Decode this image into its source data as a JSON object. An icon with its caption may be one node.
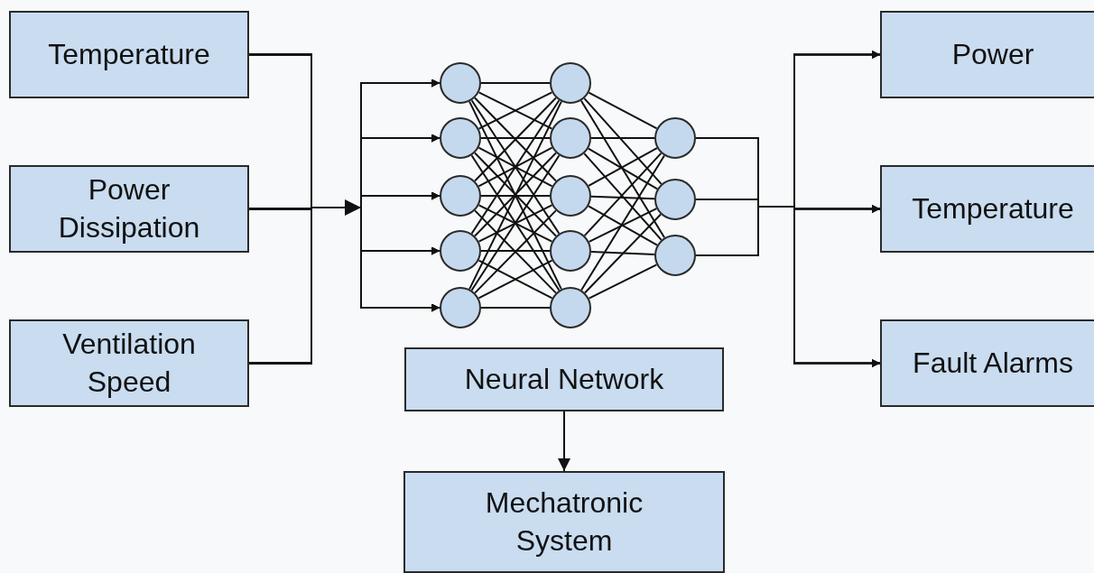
{
  "diagram": {
    "nodes": [
      {
        "text": [
          "Temperature"
        ]
      },
      {
        "text": [
          "Power Dissipation"
        ]
      },
      {
        "text": [
          "Ventilation Speed"
        ]
      },
      {
        "text": [],
        "shape": "circle"
      },
      {
        "text": [],
        "shape": "circle"
      },
      {
        "text": [],
        "shape": "circle"
      },
      {
        "text": [],
        "shape": "circle"
      },
      {
        "text": [],
        "shape": "circle"
      },
      {
        "text": [],
        "shape": "circle"
      },
      {
        "text": [],
        "shape": "circle"
      },
      {
        "text": [],
        "shape": "circle"
      },
      {
        "text": [],
        "shape": "circle"
      },
      {
        "text": [],
        "shape": "circle"
      },
      {
        "text": [],
        "shape": "circle"
      },
      {
        "text": [],
        "shape": "circle"
      },
      {
        "text": [],
        "shape": "circle"
      },
      {
        "text": [
          "Power"
        ]
      },
      {
        "text": [
          "Temperature"
        ]
      },
      {
        "text": [
          "Fault Alarms"
        ]
      },
      {
        "text": [
          "Neural Network"
        ]
      },
      {
        "text": [
          "Mechatronic System"
        ]
      }
    ],
    "edges": [
      {
        "from": 0,
        "to": 3,
        "arrow": "to"
      },
      {
        "from": 0,
        "to": 4,
        "arrow": "to"
      },
      {
        "from": 0,
        "to": 5,
        "arrow": "to"
      },
      {
        "from": 0,
        "to": 6,
        "arrow": "to"
      },
      {
        "from": 0,
        "to": 7,
        "arrow": "to"
      },
      {
        "from": 1,
        "to": 3,
        "arrow": "to"
      },
      {
        "from": 1,
        "to": 4,
        "arrow": "to"
      },
      {
        "from": 1,
        "to": 5,
        "arrow": "to"
      },
      {
        "from": 1,
        "to": 6,
        "arrow": "to"
      },
      {
        "from": 1,
        "to": 7,
        "arrow": "to"
      },
      {
        "from": 2,
        "to": 3,
        "arrow": "to"
      },
      {
        "from": 2,
        "to": 4,
        "arrow": "to"
      },
      {
        "from": 2,
        "to": 5,
        "arrow": "to"
      },
      {
        "from": 2,
        "to": 6,
        "arrow": "to"
      },
      {
        "from": 2,
        "to": 7,
        "arrow": "to"
      },
      {
        "from": 3,
        "to": 8,
        "arrow": "none"
      },
      {
        "from": 3,
        "to": 9,
        "arrow": "none"
      },
      {
        "from": 3,
        "to": 10,
        "arrow": "none"
      },
      {
        "from": 3,
        "to": 11,
        "arrow": "none"
      },
      {
        "from": 3,
        "to": 12,
        "arrow": "none"
      },
      {
        "from": 4,
        "to": 8,
        "arrow": "none"
      },
      {
        "from": 4,
        "to": 9,
        "arrow": "none"
      },
      {
        "from": 4,
        "to": 10,
        "arrow": "none"
      },
      {
        "from": 4,
        "to": 11,
        "arrow": "none"
      },
      {
        "from": 4,
        "to": 12,
        "arrow": "none"
      },
      {
        "from": 5,
        "to": 8,
        "arrow": "none"
      },
      {
        "from": 5,
        "to": 9,
        "arrow": "none"
      },
      {
        "from": 5,
        "to": 10,
        "arrow": "none"
      },
      {
        "from": 5,
        "to": 11,
        "arrow": "none"
      },
      {
        "from": 5,
        "to": 12,
        "arrow": "none"
      },
      {
        "from": 6,
        "to": 8,
        "arrow": "none"
      },
      {
        "from": 6,
        "to": 9,
        "arrow": "none"
      },
      {
        "from": 6,
        "to": 10,
        "arrow": "none"
      },
      {
        "from": 6,
        "to": 11,
        "arrow": "none"
      },
      {
        "from": 6,
        "to": 12,
        "arrow": "none"
      },
      {
        "from": 7,
        "to": 8,
        "arrow": "none"
      },
      {
        "from": 7,
        "to": 9,
        "arrow": "none"
      },
      {
        "from": 7,
        "to": 10,
        "arrow": "none"
      },
      {
        "from": 7,
        "to": 11,
        "arrow": "none"
      },
      {
        "from": 7,
        "to": 12,
        "arrow": "none"
      },
      {
        "from": 8,
        "to": 13,
        "arrow": "none"
      },
      {
        "from": 8,
        "to": 14,
        "arrow": "none"
      },
      {
        "from": 8,
        "to": 15,
        "arrow": "none"
      },
      {
        "from": 9,
        "to": 13,
        "arrow": "none"
      },
      {
        "from": 9,
        "to": 14,
        "arrow": "none"
      },
      {
        "from": 9,
        "to": 15,
        "arrow": "none"
      },
      {
        "from": 10,
        "to": 13,
        "arrow": "none"
      },
      {
        "from": 10,
        "to": 14,
        "arrow": "none"
      },
      {
        "from": 10,
        "to": 15,
        "arrow": "none"
      },
      {
        "from": 11,
        "to": 13,
        "arrow": "none"
      },
      {
        "from": 11,
        "to": 14,
        "arrow": "none"
      },
      {
        "from": 11,
        "to": 15,
        "arrow": "none"
      },
      {
        "from": 12,
        "to": 13,
        "arrow": "none"
      },
      {
        "from": 12,
        "to": 14,
        "arrow": "none"
      },
      {
        "from": 12,
        "to": 15,
        "arrow": "none"
      },
      {
        "from": 13,
        "to": 16,
        "arrow": "to"
      },
      {
        "from": 13,
        "to": 17,
        "arrow": "to"
      },
      {
        "from": 13,
        "to": 18,
        "arrow": "to"
      },
      {
        "from": 14,
        "to": 16,
        "arrow": "to"
      },
      {
        "from": 14,
        "to": 17,
        "arrow": "to"
      },
      {
        "from": 14,
        "to": 18,
        "arrow": "to"
      },
      {
        "from": 15,
        "to": 16,
        "arrow": "to"
      },
      {
        "from": 15,
        "to": 17,
        "arrow": "to"
      },
      {
        "from": 15,
        "to": 18,
        "arrow": "to"
      },
      {
        "from": 19,
        "to": 20,
        "arrow": "to"
      }
    ]
  }
}
